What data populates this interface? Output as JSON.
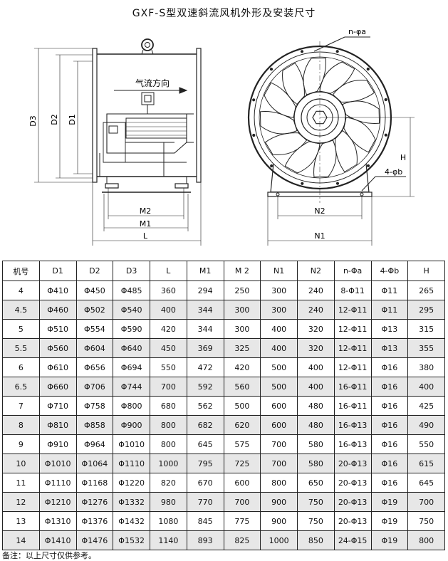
{
  "title": "GXF-S型双速斜流风机外形及安装尺寸",
  "drawing_labels": {
    "d3": "D3",
    "d2": "D2",
    "d1": "D1",
    "airflow": "气流方向",
    "m2": "M2",
    "m1": "M1",
    "l": "L",
    "n_phi_a": "n-φa",
    "four_phi_b": "4-φb",
    "h": "H",
    "n2": "N2",
    "n1": "N1"
  },
  "table": {
    "headers": [
      "机号",
      "D1",
      "D2",
      "D3",
      "L",
      "M1",
      "M 2",
      "N1",
      "N2",
      "n-Φa",
      "4-Φb",
      "H"
    ],
    "rows": [
      [
        "4",
        "Φ410",
        "Φ450",
        "Φ485",
        "360",
        "294",
        "250",
        "300",
        "240",
        "8-Φ11",
        "Φ11",
        "265"
      ],
      [
        "4.5",
        "Φ460",
        "Φ502",
        "Φ540",
        "400",
        "344",
        "300",
        "300",
        "240",
        "12-Φ11",
        "Φ11",
        "295"
      ],
      [
        "5",
        "Φ510",
        "Φ554",
        "Φ590",
        "420",
        "344",
        "300",
        "400",
        "320",
        "12-Φ11",
        "Φ13",
        "315"
      ],
      [
        "5.5",
        "Φ560",
        "Φ604",
        "Φ640",
        "450",
        "369",
        "325",
        "400",
        "320",
        "12-Φ11",
        "Φ13",
        "355"
      ],
      [
        "6",
        "Φ610",
        "Φ656",
        "Φ694",
        "550",
        "472",
        "420",
        "500",
        "400",
        "12-Φ11",
        "Φ16",
        "380"
      ],
      [
        "6.5",
        "Φ660",
        "Φ706",
        "Φ744",
        "700",
        "592",
        "560",
        "500",
        "400",
        "16-Φ11",
        "Φ16",
        "400"
      ],
      [
        "7",
        "Φ710",
        "Φ758",
        "Φ800",
        "680",
        "562",
        "500",
        "600",
        "480",
        "16-Φ11",
        "Φ16",
        "425"
      ],
      [
        "8",
        "Φ810",
        "Φ858",
        "Φ900",
        "800",
        "682",
        "620",
        "600",
        "480",
        "16-Φ13",
        "Φ16",
        "490"
      ],
      [
        "9",
        "Φ910",
        "Φ964",
        "Φ1010",
        "800",
        "645",
        "575",
        "700",
        "580",
        "16-Φ13",
        "Φ16",
        "550"
      ],
      [
        "10",
        "Φ1010",
        "Φ1064",
        "Φ1110",
        "1000",
        "795",
        "725",
        "700",
        "580",
        "20-Φ13",
        "Φ16",
        "615"
      ],
      [
        "11",
        "Φ1110",
        "Φ1168",
        "Φ1220",
        "820",
        "670",
        "600",
        "800",
        "650",
        "20-Φ13",
        "Φ16",
        "645"
      ],
      [
        "12",
        "Φ1210",
        "Φ1276",
        "Φ1332",
        "980",
        "770",
        "700",
        "900",
        "750",
        "20-Φ13",
        "Φ19",
        "700"
      ],
      [
        "13",
        "Φ1310",
        "Φ1376",
        "Φ1432",
        "1080",
        "845",
        "775",
        "900",
        "750",
        "20-Φ13",
        "Φ19",
        "750"
      ],
      [
        "14",
        "Φ1410",
        "Φ1476",
        "Φ1532",
        "1140",
        "893",
        "825",
        "1000",
        "850",
        "24-Φ15",
        "Φ19",
        "800"
      ]
    ]
  },
  "note": "备注：以上尺寸仅供参考。"
}
